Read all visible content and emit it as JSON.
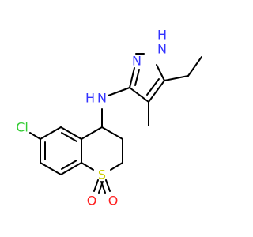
{
  "atoms": [
    {
      "id": "N_pyr2",
      "text": "N",
      "color": "#3333ff"
    },
    {
      "id": "NH_pyr1",
      "text": "N",
      "color": "#3333ff"
    },
    {
      "id": "H_pyr1",
      "text": "H",
      "color": "#3333ff"
    },
    {
      "id": "NH_amine",
      "text": "N",
      "color": "#3333ff"
    },
    {
      "id": "H_amine",
      "text": "H",
      "color": "#3333ff"
    },
    {
      "id": "Cl",
      "text": "Cl",
      "color": "#33cc33"
    },
    {
      "id": "S",
      "text": "S",
      "color": "#cccc00"
    },
    {
      "id": "O1",
      "text": "O",
      "color": "#ff2020"
    },
    {
      "id": "O2",
      "text": "O",
      "color": "#ff2020"
    }
  ]
}
